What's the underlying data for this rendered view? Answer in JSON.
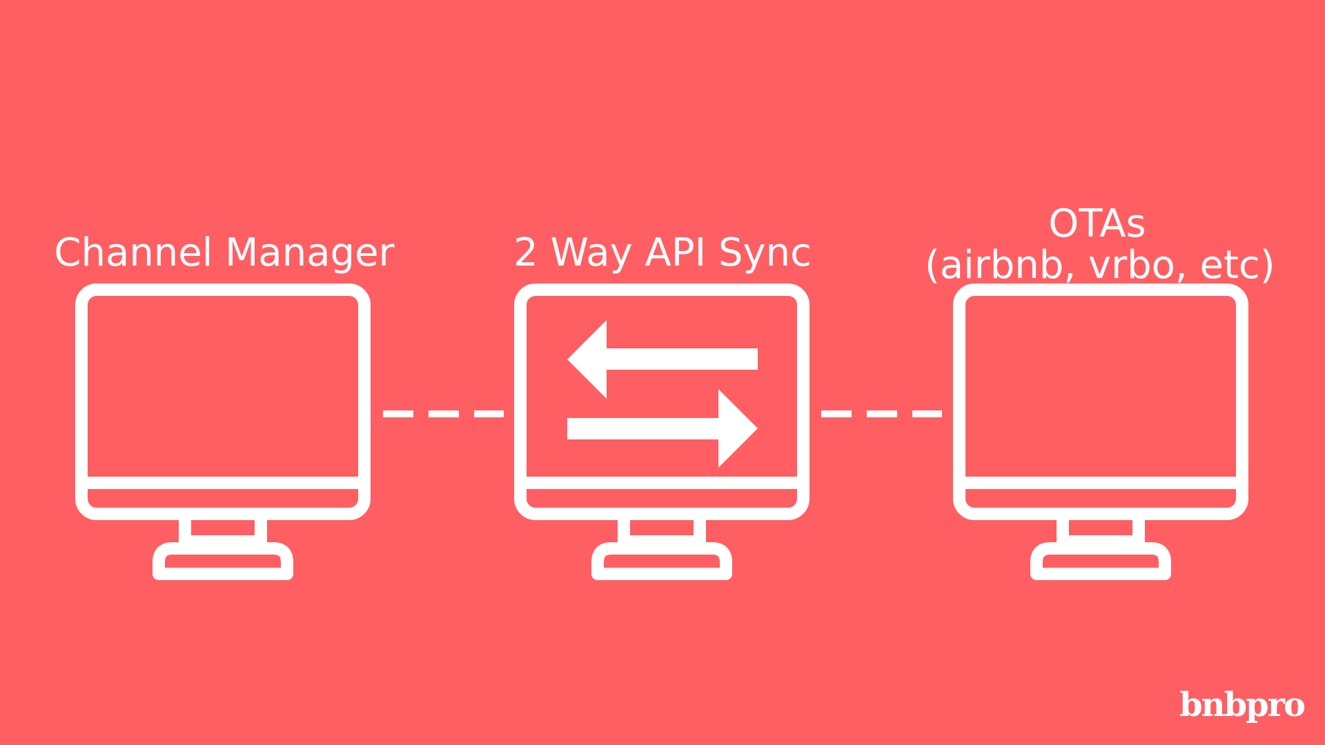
{
  "colors": {
    "background": "#ff5e63",
    "foreground": "#ffffff"
  },
  "nodes": [
    {
      "id": "channel-manager",
      "label": "Channel Manager",
      "icon": "monitor-icon"
    },
    {
      "id": "api-sync",
      "label": "2 Way API Sync",
      "icon": "monitor-with-swap-arrows-icon"
    },
    {
      "id": "otas",
      "label": "OTAs",
      "sublabel": "(airbnb, vrbo, etc)",
      "icon": "monitor-icon"
    }
  ],
  "connectors": [
    {
      "from": "channel-manager",
      "to": "api-sync",
      "style": "dashed"
    },
    {
      "from": "api-sync",
      "to": "otas",
      "style": "dashed"
    }
  ],
  "brand": {
    "text": "bnbpro"
  }
}
